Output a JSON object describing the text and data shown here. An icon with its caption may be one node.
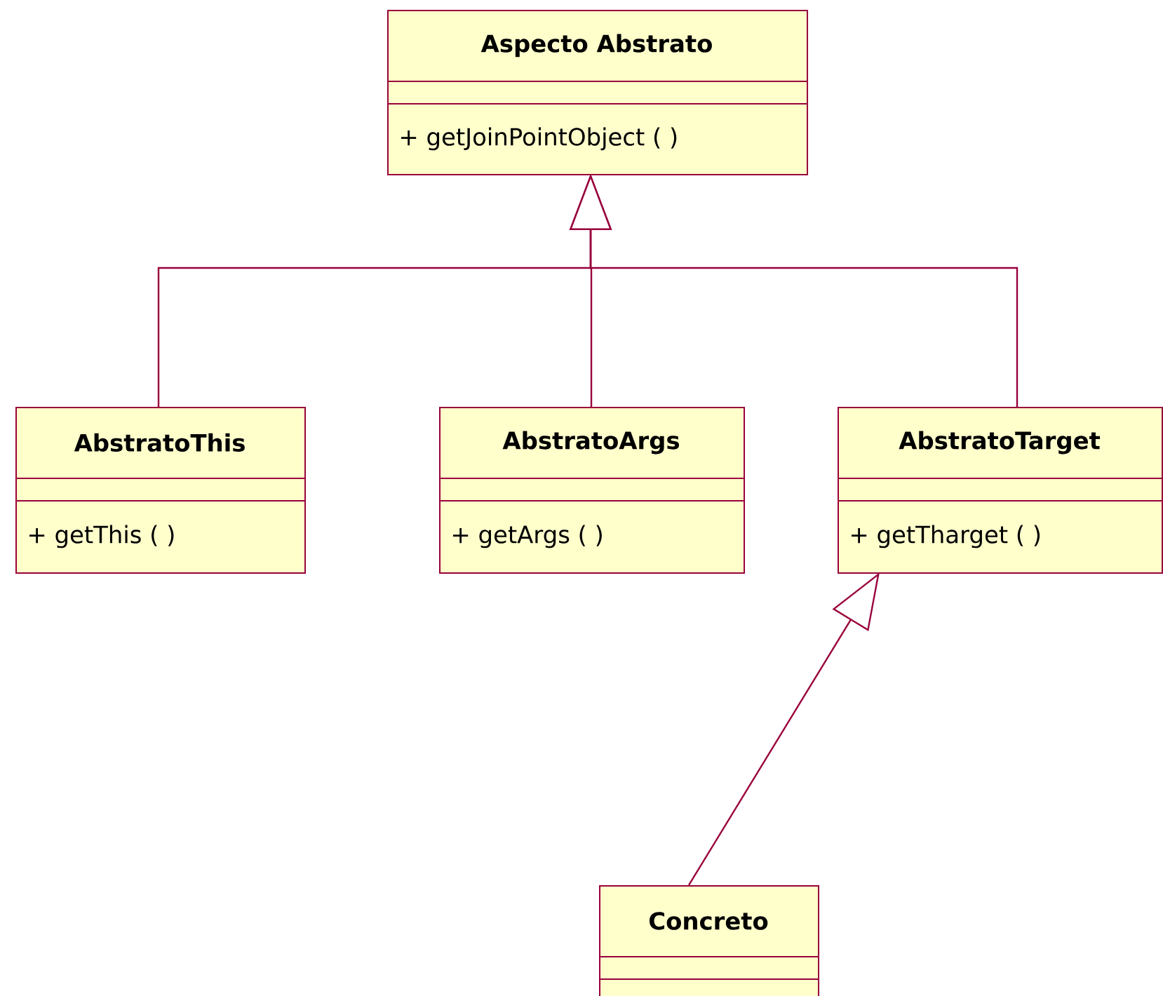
{
  "diagram": {
    "nodes": [
      {
        "text": [
          "Aspecto Abstrato",
          "+ getJoinPointObject (  )"
        ]
      },
      {
        "text": [
          "AbstratoThis",
          "+ getThis (  )"
        ]
      },
      {
        "text": [
          "AbstratoArgs",
          "+ getArgs (  )"
        ]
      },
      {
        "text": [
          "AbstratoTarget",
          "+ getTharget (  )"
        ]
      },
      {
        "text": [
          "Concreto"
        ]
      }
    ],
    "edges": [
      {
        "from": 1,
        "to": 0,
        "arrow": "to"
      },
      {
        "from": 2,
        "to": 0,
        "arrow": "to"
      },
      {
        "from": 3,
        "to": 0,
        "arrow": "to"
      },
      {
        "from": 4,
        "to": 3,
        "arrow": "to"
      }
    ]
  }
}
